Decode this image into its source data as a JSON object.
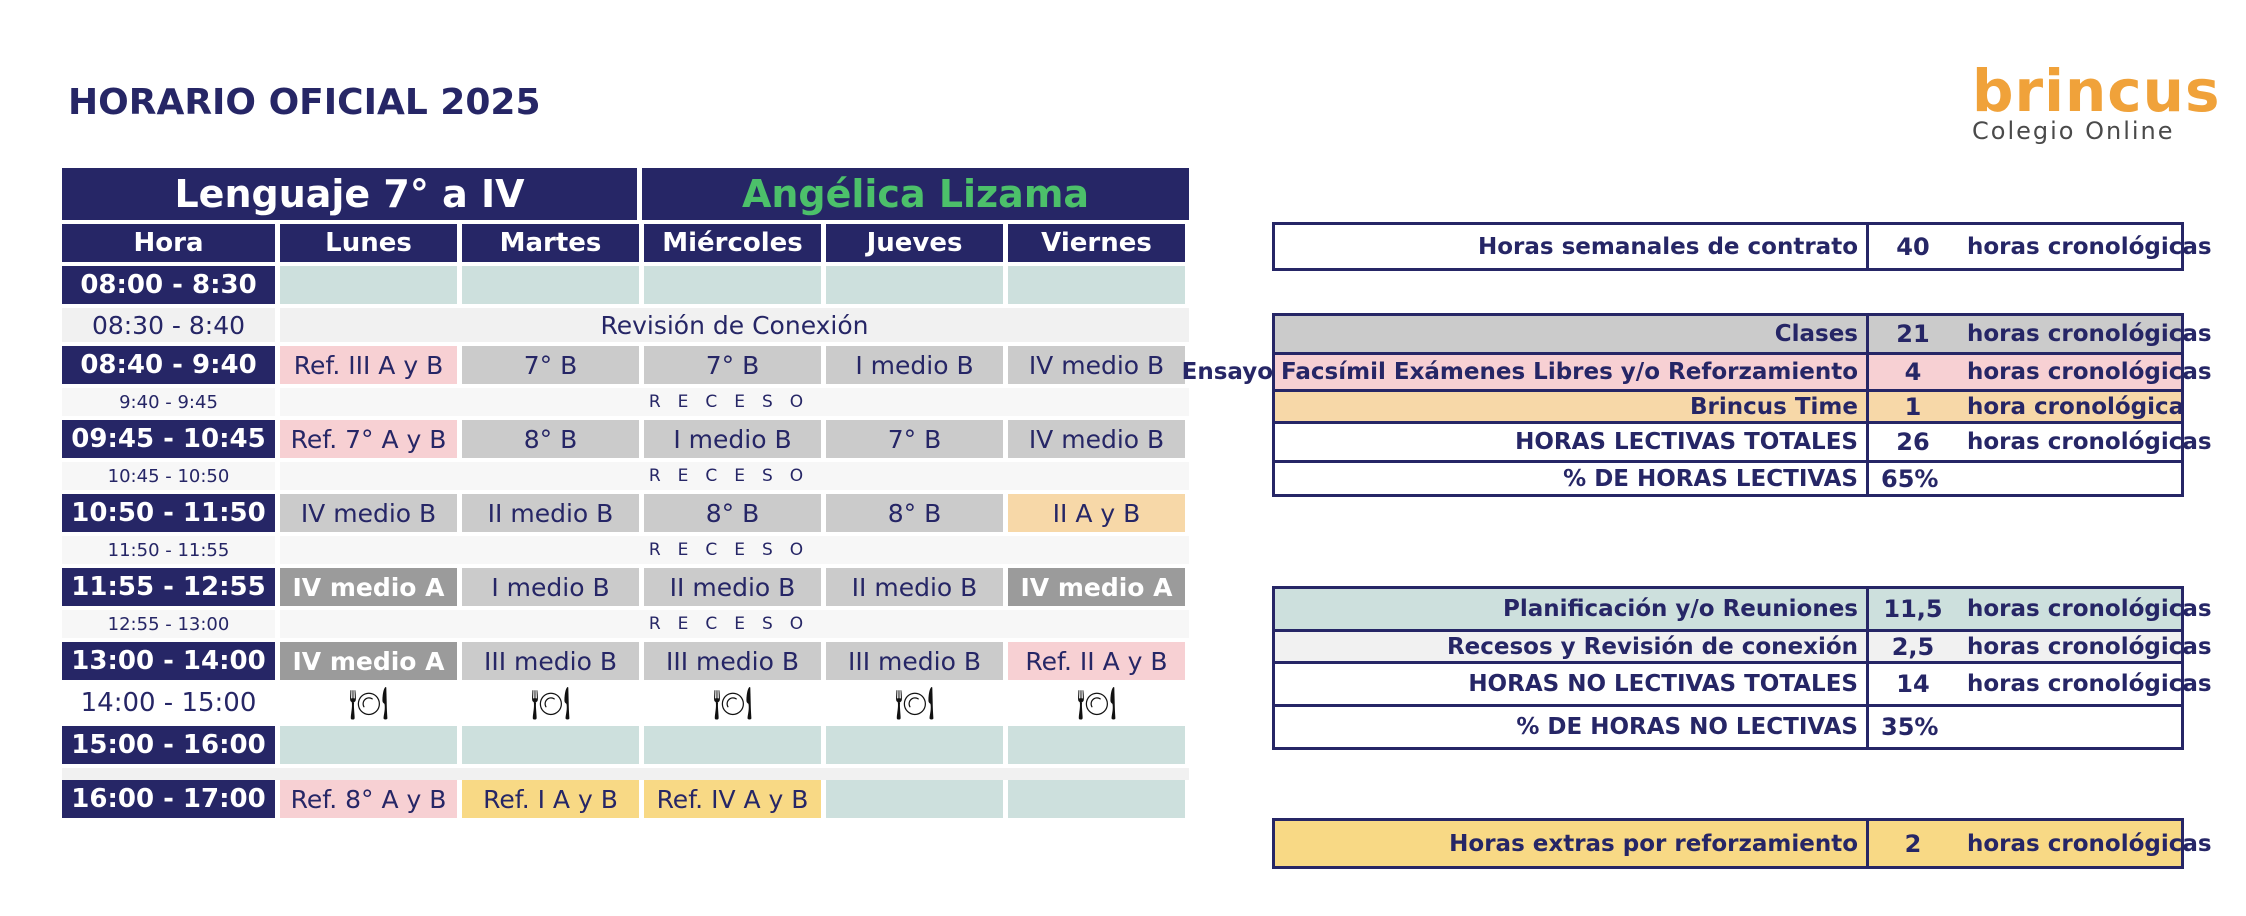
{
  "header": {
    "title": "HORARIO OFICIAL 2025"
  },
  "logo": {
    "brand": "brincus",
    "subtitle": "Colegio Online"
  },
  "schedule": {
    "banner_left": "Lenguaje 7° a IV",
    "banner_right": "Angélica Lizama",
    "columns": [
      "Hora",
      "Lunes",
      "Martes",
      "Miércoles",
      "Jueves",
      "Viernes"
    ],
    "rows": [
      {
        "time": "08:00 - 8:30",
        "cells": [
          "",
          "",
          "",
          "",
          ""
        ]
      },
      {
        "time": "08:30 - 8:40",
        "span": "Revisión de Conexión"
      },
      {
        "time": "08:40 - 9:40",
        "cells": [
          "Ref. III A y B",
          "7° B",
          "7° B",
          "I medio B",
          "IV medio B"
        ]
      },
      {
        "time": "9:40 - 9:45",
        "span": "RECESO"
      },
      {
        "time": "09:45 - 10:45",
        "cells": [
          "Ref. 7° A y B",
          "8° B",
          "I medio B",
          "7° B",
          "IV medio B"
        ]
      },
      {
        "time": "10:45 - 10:50",
        "span": "RECESO"
      },
      {
        "time": "10:50 - 11:50",
        "cells": [
          "IV medio B",
          "II medio B",
          "8° B",
          "8° B",
          "II A y B"
        ]
      },
      {
        "time": "11:50 - 11:55",
        "span": "RECESO"
      },
      {
        "time": "11:55 - 12:55",
        "cells": [
          "IV medio A",
          "I medio B",
          "II medio B",
          "II medio B",
          "IV medio A"
        ]
      },
      {
        "time": "12:55 - 13:00",
        "span": "RECESO"
      },
      {
        "time": "13:00 - 14:00",
        "cells": [
          "IV medio A",
          "III medio B",
          "III medio B",
          "III medio B",
          "Ref. II A y B"
        ]
      },
      {
        "time": "14:00 - 15:00",
        "meal_icon": "🍽"
      },
      {
        "time": "15:00 - 16:00",
        "cells": [
          "",
          "",
          "",
          "",
          ""
        ]
      },
      {
        "time": "16:00 - 17:00",
        "cells": [
          "Ref. 8° A y B",
          "Ref. I A y B",
          "Ref. IV A y B",
          "",
          ""
        ]
      }
    ],
    "icons": {
      "meal": "plate-fork-knife-icon"
    }
  },
  "summary_contract": {
    "label": "Horas semanales de contrato",
    "value": "40",
    "unit": "horas cronológicas"
  },
  "summary_lectivas": [
    {
      "label": "Clases",
      "value": "21",
      "unit": "horas cronológicas"
    },
    {
      "label": "Ensayo Facsímil Exámenes Libres y/o Reforzamiento",
      "value": "4",
      "unit": "horas cronológicas"
    },
    {
      "label": "Brincus Time",
      "value": "1",
      "unit": "hora cronológica"
    },
    {
      "label": "HORAS LECTIVAS TOTALES",
      "value": "26",
      "unit": "horas cronológicas"
    },
    {
      "label": "% DE HORAS LECTIVAS",
      "value": "65%",
      "unit": ""
    }
  ],
  "summary_no_lectivas": [
    {
      "label": "Planificación y/o Reuniones",
      "value": "11,5",
      "unit": "horas cronológicas"
    },
    {
      "label": "Recesos y Revisión de conexión",
      "value": "2,5",
      "unit": "horas cronológicas"
    },
    {
      "label": "HORAS NO LECTIVAS TOTALES",
      "value": "14",
      "unit": "horas cronológicas"
    },
    {
      "label": "% DE HORAS NO LECTIVAS",
      "value": "35%",
      "unit": ""
    }
  ],
  "summary_extras": {
    "label": "Horas extras por reforzamiento",
    "value": "2",
    "unit": "horas cronológicas"
  },
  "colors": {
    "navy": "#262666",
    "teal": "#cde0dd",
    "gray": "#cbcbcb",
    "dark_gray": "#9b9b9b",
    "pink": "#f7d0d3",
    "orange": "#f7d8a8",
    "yellow": "#f8d985",
    "green": "#4cc06a",
    "logo_orange": "#f0a23a"
  }
}
